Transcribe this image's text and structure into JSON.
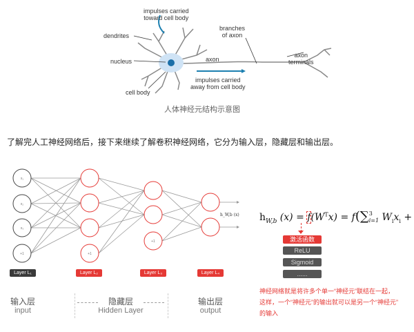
{
  "neuron": {
    "labels": {
      "impulses_toward": [
        "impulses carried",
        "toward cell body"
      ],
      "dendrites": "dendrites",
      "nucleus": "nucleus",
      "cell_body": "cell body",
      "axon": "axon",
      "branches": [
        "branches",
        "of axon"
      ],
      "terminals": [
        "axon",
        "terminals"
      ],
      "impulses_away": [
        "impulses carried",
        "away from cell body"
      ]
    },
    "caption": "人体神经元结构示意图"
  },
  "sentence": "了解完人工神经网络后，接下来继续了解卷积神经网络，它分为输入层，隐藏层和输出层。",
  "network": {
    "input_labels": [
      "x₁",
      "x₂",
      "x₃",
      "+1"
    ],
    "bias_label": "+1",
    "output_label": "h_W,b (x)",
    "layers": [
      "Layer L₁",
      "Layer L₂",
      "Layer L₃",
      "Layer L₄"
    ],
    "sections": [
      {
        "zh": "输入层",
        "en": "input"
      },
      {
        "zh": "隐藏层",
        "en": "Hidden Layer"
      },
      {
        "zh": "输出层",
        "en": "output"
      }
    ],
    "colors": {
      "input": "#444444",
      "hidden": "#e53935"
    }
  },
  "formula": {
    "lhs": "h",
    "lhs_sub": "W,b",
    "part1": " (x) = ",
    "f": "f",
    "part2": "(W",
    "sup": "T",
    "part3": "x) = f",
    "sum": "(∑",
    "sum_top": "3",
    "sum_bot": "i=1",
    "part4": " W",
    "part5": "x",
    "part6": " + b)",
    "i": "i",
    "activation_title": "激活函数",
    "options": [
      "ReLU",
      "Sigmoid",
      "......"
    ]
  },
  "note": [
    "神经网络就是将许多个单一“神经元”联结在一起，",
    "这样，一个“神经元”的输出就可以是另一个“神经元”",
    "的输入"
  ]
}
